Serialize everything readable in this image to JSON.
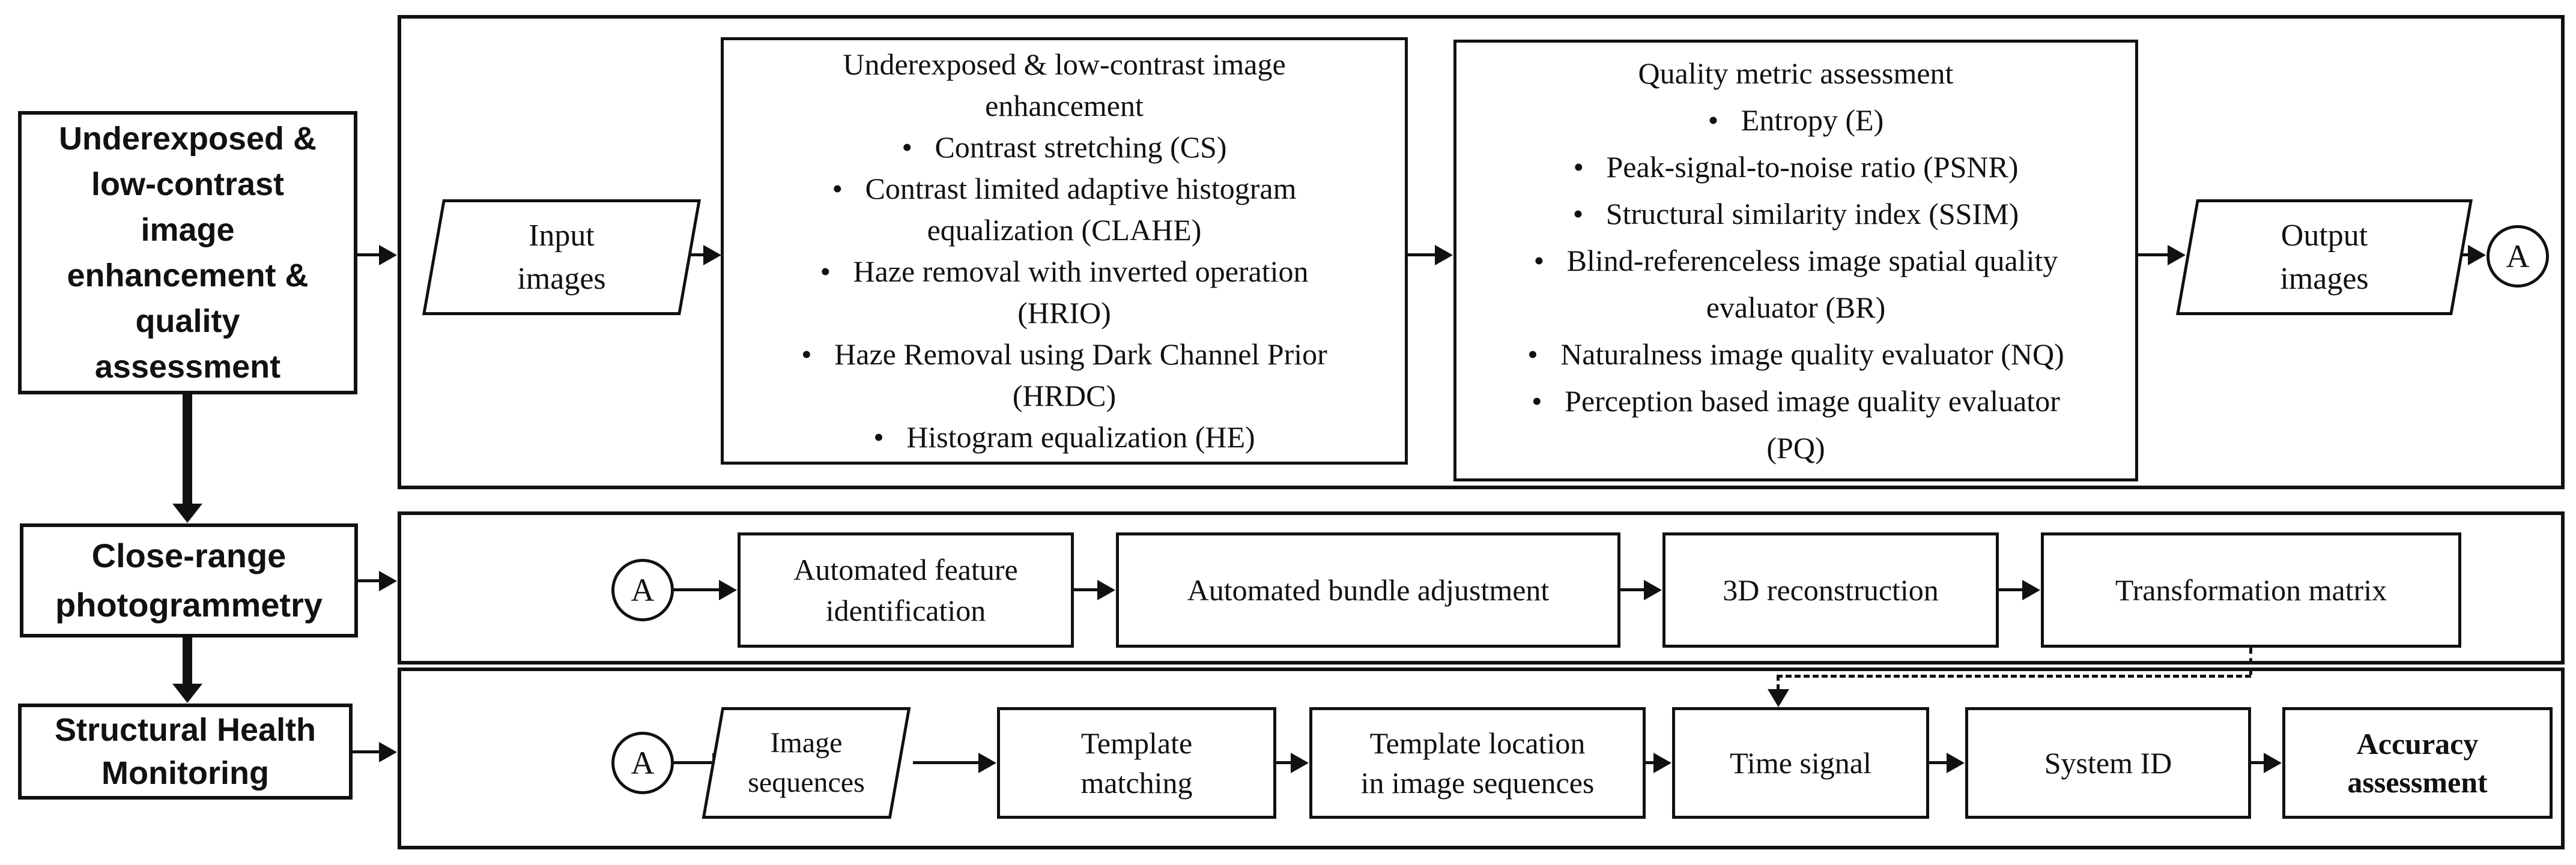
{
  "palette": {
    "ink": "#111111",
    "background": "#ffffff"
  },
  "connector": {
    "label": "A"
  },
  "left_labels": {
    "enhancement": {
      "lines": [
        "Underexposed &",
        "low-contrast",
        "image",
        "enhancement &",
        "quality",
        "assessment"
      ]
    },
    "photogrammetry": {
      "lines": [
        "Close-range",
        "photogrammetry"
      ]
    },
    "shm": {
      "lines": [
        "Structural Health",
        "Monitoring"
      ]
    }
  },
  "row1": {
    "input": {
      "lines": [
        "Input",
        "images"
      ]
    },
    "enhancement_box": {
      "lines": [
        "Underexposed & low-contrast image",
        "enhancement",
        "•   Contrast stretching (CS)",
        "•   Contrast limited adaptive histogram",
        "equalization (CLAHE)",
        "•   Haze removal with inverted operation",
        "(HRIO)",
        "•   Haze Removal using Dark Channel Prior",
        "(HRDC)",
        "•   Histogram equalization (HE)"
      ]
    },
    "quality_box": {
      "lines": [
        "Quality metric assessment",
        "•   Entropy (E)",
        "•   Peak-signal-to-noise ratio (PSNR)",
        "•   Structural similarity index (SSIM)",
        "•   Blind-referenceless image spatial quality",
        "evaluator (BR)",
        "•   Naturalness image quality evaluator (NQ)",
        "•   Perception based image quality evaluator",
        "(PQ)"
      ]
    },
    "output": {
      "lines": [
        "Output",
        "images"
      ]
    }
  },
  "row2": {
    "feature": {
      "lines": [
        "Automated feature",
        "identification"
      ]
    },
    "bundle": {
      "lines": [
        "Automated bundle adjustment"
      ]
    },
    "reconstruction": {
      "lines": [
        "3D reconstruction"
      ]
    },
    "transformation": {
      "lines": [
        "Transformation matrix"
      ]
    }
  },
  "row3": {
    "sequences": {
      "lines": [
        "Image",
        "sequences"
      ]
    },
    "matching": {
      "lines": [
        "Template",
        "matching"
      ]
    },
    "location": {
      "lines": [
        "Template location",
        "in image sequences"
      ]
    },
    "time_signal": {
      "lines": [
        "Time signal"
      ]
    },
    "system_id": {
      "lines": [
        "System ID"
      ]
    },
    "accuracy": {
      "lines": [
        "Accuracy",
        "assessment"
      ]
    }
  }
}
